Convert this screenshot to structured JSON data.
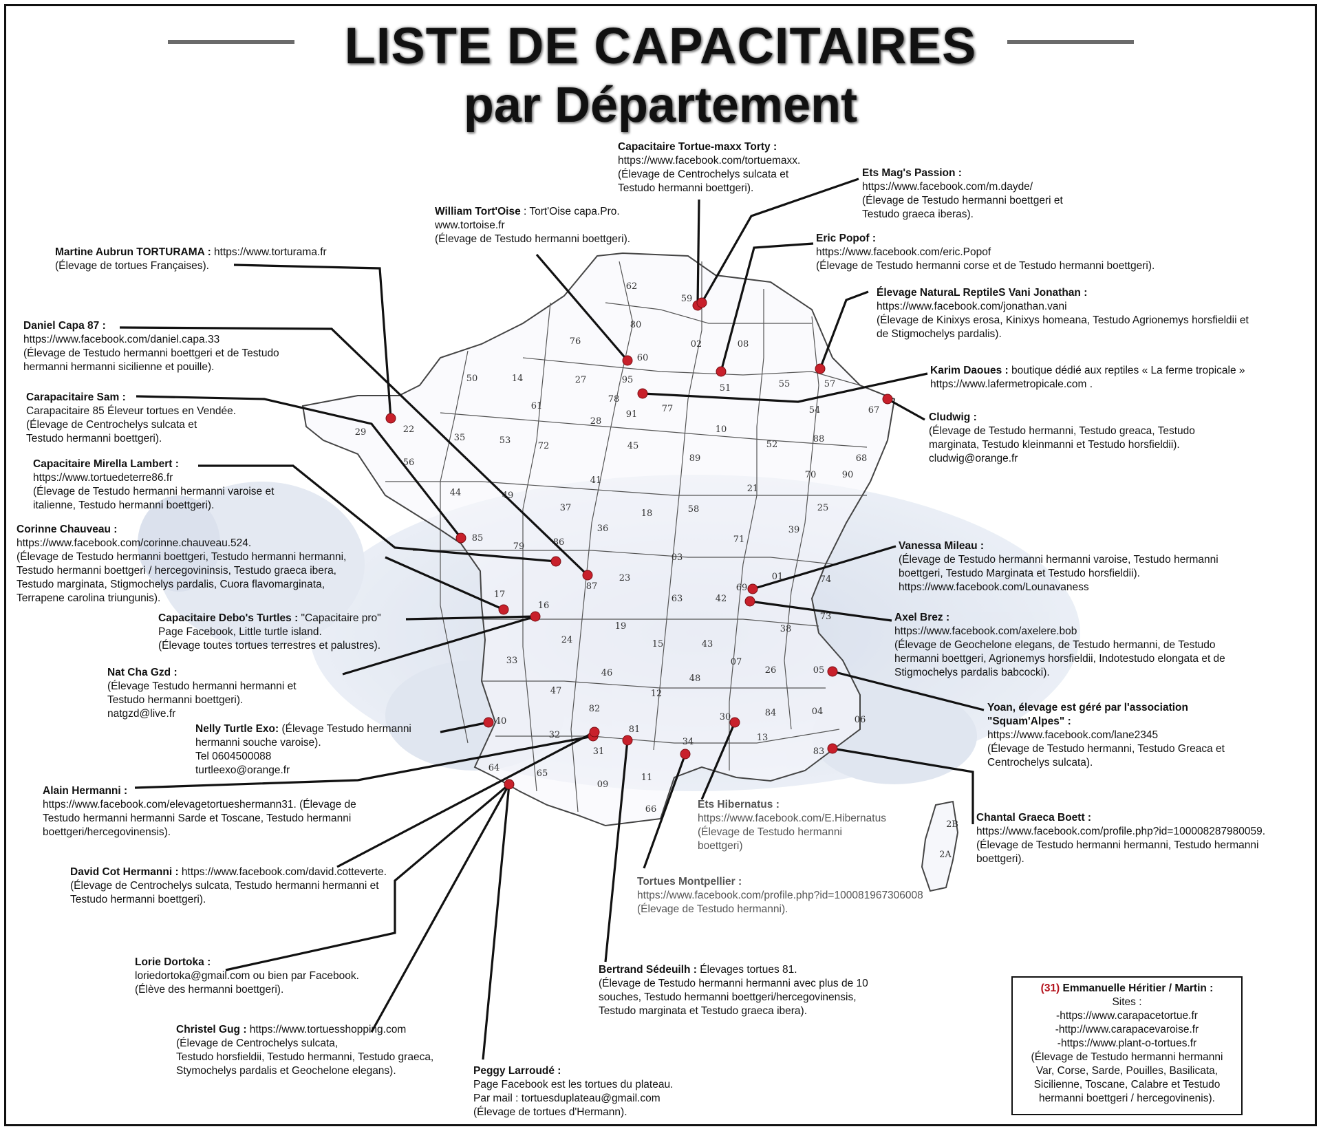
{
  "title": {
    "line1": "LISTE DE CAPACITAIRES",
    "line2": "par Département"
  },
  "colors": {
    "marker": "#c8202b",
    "leader": "#111111",
    "map_fill": "#cfd8e6",
    "accent": "#b4121b"
  },
  "departments": [
    "62",
    "59",
    "80",
    "76",
    "60",
    "02",
    "08",
    "50",
    "14",
    "27",
    "95",
    "51",
    "55",
    "57",
    "67",
    "78",
    "91",
    "77",
    "54",
    "61",
    "28",
    "10",
    "52",
    "88",
    "29",
    "22",
    "35",
    "53",
    "72",
    "45",
    "89",
    "70",
    "68",
    "56",
    "49",
    "41",
    "21",
    "90",
    "25",
    "44",
    "37",
    "18",
    "58",
    "39",
    "36",
    "71",
    "85",
    "79",
    "86",
    "03",
    "01",
    "74",
    "69",
    "87",
    "23",
    "63",
    "42",
    "17",
    "16",
    "73",
    "38",
    "19",
    "15",
    "43",
    "24",
    "26",
    "05",
    "07",
    "48",
    "46",
    "33",
    "12",
    "47",
    "82",
    "84",
    "04",
    "06",
    "30",
    "40",
    "32",
    "81",
    "34",
    "13",
    "83",
    "31",
    "64",
    "65",
    "11",
    "09",
    "66",
    "2B",
    "2A"
  ],
  "entries": [
    {
      "id": "torty",
      "name": "Capacitaire Tortue-maxx Torty :",
      "lines": [
        "https://www.facebook.com/tortuemaxx.",
        "(Élevage de Centrochelys sulcata et",
        "Testudo hermanni boettgeri)."
      ]
    },
    {
      "id": "mags",
      "name": "Ets Mag's Passion :",
      "lines": [
        "https://www.facebook.com/m.dayde/",
        "(Élevage de Testudo hermanni boettgeri et",
        "Testudo graeca iberas)."
      ]
    },
    {
      "id": "tortoise",
      "name": "William Tort'Oise",
      "after": "  :  Tort'Oise capa.Pro.",
      "lines": [
        " www.tortoise.fr",
        "(Élevage de Testudo hermanni boettgeri)."
      ]
    },
    {
      "id": "popof",
      "name": "Eric Popof :",
      "lines": [
        "https://www.facebook.com/eric.Popof",
        " (Élevage de Testudo hermanni corse et de Testudo hermanni boettgeri)."
      ]
    },
    {
      "id": "torturama",
      "name": "Martine Aubrun TORTURAMA :",
      "after": " https://www.torturama.fr",
      "lines": [
        "(Élevage de tortues Françaises)."
      ]
    },
    {
      "id": "natural",
      "name": "Élevage NaturaL ReptileS Vani Jonathan :",
      "lines": [
        "https://www.facebook.com/jonathan.vani",
        "(Élevage de Kinixys erosa, Kinixys homeana, Testudo Agrionemys horsfieldii et",
        "de Stigmochelys pardalis)."
      ]
    },
    {
      "id": "daniel",
      "name": "Daniel Capa 87 :",
      "lines": [
        "https://www.facebook.com/daniel.capa.33",
        "(Élevage de Testudo hermanni boettgeri et de Testudo",
        "hermanni hermanni sicilienne et pouille)."
      ]
    },
    {
      "id": "daoues",
      "name": "Karim Daoues :",
      "after": " boutique dédié aux reptiles « La ferme tropicale »",
      "lines": [
        "https://www.lafermetropicale.com ."
      ]
    },
    {
      "id": "sam",
      "name": "Carapacitaire Sam :",
      "lines": [
        "Carapacitaire 85 Éleveur tortues en Vendée.",
        "(Élevage de Centrochelys sulcata et",
        "Testudo hermanni boettgeri)."
      ]
    },
    {
      "id": "cludwig",
      "name": "Cludwig :",
      "lines": [
        " (Élevage de Testudo hermanni, Testudo greaca, Testudo",
        "marginata, Testudo kleinmanni et Testudo horsfieldii).",
        "cludwig@orange.fr"
      ]
    },
    {
      "id": "mirella",
      "name": "Capacitaire Mirella Lambert :",
      "lines": [
        "https://www.tortuedeterre86.fr",
        "(Élevage de Testudo hermanni hermanni varoise et",
        "italienne, Testudo hermanni boettgeri)."
      ]
    },
    {
      "id": "corinne",
      "name": "Corinne Chauveau :",
      "lines": [
        "https://www.facebook.com/corinne.chauveau.524.",
        "(Élevage de Testudo hermanni boettgeri, Testudo hermanni hermanni,",
        "Testudo hermanni boettgeri / hercegovininsis, Testudo graeca ibera,",
        "Testudo marginata, Stigmochelys pardalis, Cuora flavomarginata,",
        "Terrapene carolina triungunis)."
      ]
    },
    {
      "id": "vanessa",
      "name": "Vanessa Mileau :",
      "lines": [
        "(Élevage de Testudo hermanni hermanni varoise, Testudo hermanni",
        "boettgeri, Testudo Marginata et Testudo horsfieldii).",
        "https://www.facebook.com/Lounavaness"
      ]
    },
    {
      "id": "debo",
      "name": "Capacitaire Debo's Turtles :",
      "after": " \"Capacitaire pro\"",
      "lines": [
        "Page Facebook, Little turtle island.",
        "(Élevage toutes tortues terrestres et palustres)."
      ]
    },
    {
      "id": "axel",
      "name": "Axel Brez :",
      "lines": [
        "https://www.facebook.com/axelere.bob",
        "(Élevage de Geochelone elegans, de Testudo hermanni, de Testudo",
        "hermanni boettgeri,  Agrionemys horsfieldii, Indotestudo elongata et de",
        "Stigmochelys pardalis babcocki)."
      ]
    },
    {
      "id": "natcha",
      "name": "Nat Cha Gzd :",
      "lines": [
        "(Élevage Testudo hermanni hermanni et",
        "Testudo hermanni boettgeri).",
        "natgzd@live.fr"
      ]
    },
    {
      "id": "yoan",
      "name": "Yoan, élevage est géré par l'association",
      "name2": "\"Squam'Alpes\" :",
      "lines": [
        "https://www.facebook.com/lane2345",
        "(Élevage de Testudo hermanni, Testudo Greaca et",
        "Centrochelys sulcata)."
      ]
    },
    {
      "id": "nelly",
      "name": "Nelly Turtle Exo:",
      "after": " (Élevage Testudo hermanni",
      "lines": [
        "hermanni souche varoise).",
        "Tel 0604500088",
        "turtleexo@orange.fr"
      ]
    },
    {
      "id": "alain",
      "name": "Alain Hermanni :",
      "lines": [
        "https://www.facebook.com/elevagetortueshermann31. (Élevage de",
        "Testudo hermanni hermanni Sarde et Toscane, Testudo hermanni",
        "boettgeri/hercegovinensis)."
      ]
    },
    {
      "id": "hibernatus",
      "name": "Ets Hibernatus :",
      "lines": [
        "https://www.facebook.com/E.Hibernatus",
        "(Élevage de Testudo hermanni",
        "boettgeri)"
      ]
    },
    {
      "id": "chantal",
      "name": "Chantal Graeca Boett :",
      "lines": [
        "https://www.facebook.com/profile.php?id=100008287980059.",
        "(Élevage de Testudo hermanni hermanni, Testudo hermanni",
        "boettgeri)."
      ]
    },
    {
      "id": "david",
      "name": "David Cot Hermanni :",
      "after": " https://www.facebook.com/david.cotteverte.",
      "lines": [
        "(Élevage de Centrochelys sulcata, Testudo hermanni hermanni et",
        "Testudo hermanni boettgeri)."
      ]
    },
    {
      "id": "montpellier",
      "name": "Tortues Montpellier :",
      "lines": [
        "https://www.facebook.com/profile.php?id=100081967306008",
        " (Élevage de Testudo hermanni)."
      ]
    },
    {
      "id": "lorie",
      "name": "Lorie Dortoka :",
      "lines": [
        "loriedortoka@gmail.com ou bien par Facebook.",
        "(Élève des hermanni boettgeri)."
      ]
    },
    {
      "id": "bertrand",
      "name": "Bertrand Sédeuilh :",
      "after": " Élevages tortues 81.",
      "lines": [
        "(Élevage de Testudo hermanni hermanni avec plus de 10",
        "souches, Testudo hermanni boettgeri/hercegovinensis,",
        "Testudo marginata et Testudo graeca ibera)."
      ]
    },
    {
      "id": "christel",
      "name": "Christel Gug :",
      "after": " https://www.tortuesshopping.com",
      "lines": [
        "(Élevage de Centrochelys sulcata,",
        "Testudo horsfieldii, Testudo hermanni, Testudo graeca,",
        "Stymochelys pardalis et Geochelone elegans)."
      ]
    },
    {
      "id": "peggy",
      "name": "Peggy Larroudé :",
      "lines": [
        "Page Facebook est les tortues du plateau.",
        "Par mail : tortuesduplateau@gmail.com",
        "(Élevage de tortues d'Hermann)."
      ]
    }
  ],
  "box31": {
    "num": "(31)",
    "name": " Emmanuelle Héritier / Martin :",
    "lines": [
      "Sites :",
      "-https://www.carapacetortue.fr",
      "-http://www.carapacevaroise.fr",
      "-https://www.plant-o-tortues.fr",
      "(Élevage de Testudo hermanni hermanni",
      "Var, Corse, Sarde, Pouilles, Basilicata,",
      "Sicilienne, Toscane, Calabre et Testudo",
      "hermanni boettgeri / hercegovinenis)."
    ]
  }
}
